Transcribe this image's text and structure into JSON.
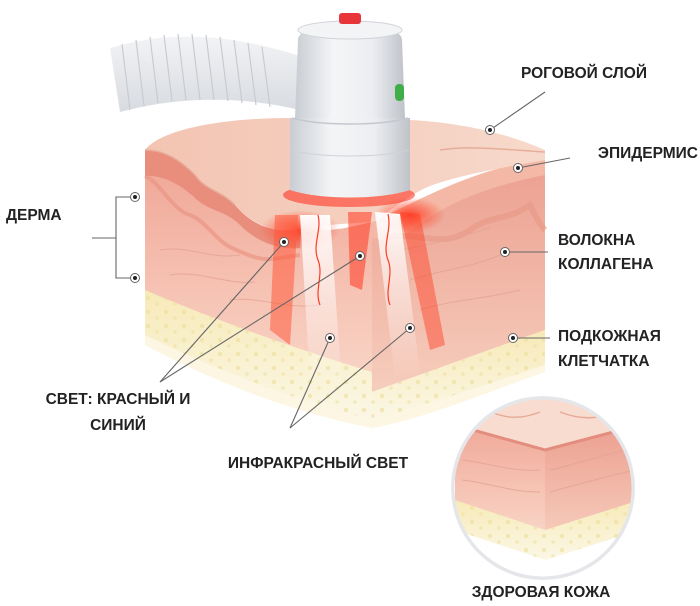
{
  "labels": {
    "stratum_corneum": "РОГОВОЙ СЛОЙ",
    "epidermis": "ЭПИДЕРМИС",
    "dermis": "ДЕРМА",
    "collagen_line1": "ВОЛОКНА",
    "collagen_line2": "КОЛЛАГЕНА",
    "subcutaneous_line1": "ПОДКОЖНАЯ",
    "subcutaneous_line2": "КЛЕТЧАТКА",
    "light_line1": "СВЕТ: КРАСНЫЙ И",
    "light_line2": "СИНИЙ",
    "infrared": "ИНФРАКРАСНЫЙ СВЕТ",
    "healthy_skin": "ЗДОРОВАЯ КОЖА"
  },
  "colors": {
    "dermis": "#f2b7a6",
    "dermis_dark": "#e8988a",
    "epidermis": "#f6c7b6",
    "fat": "#f8efc6",
    "red_light": "#ff2a1a",
    "device_body": "#e9ebee",
    "device_button": "#e8353a",
    "device_indicator": "#3fae49"
  }
}
